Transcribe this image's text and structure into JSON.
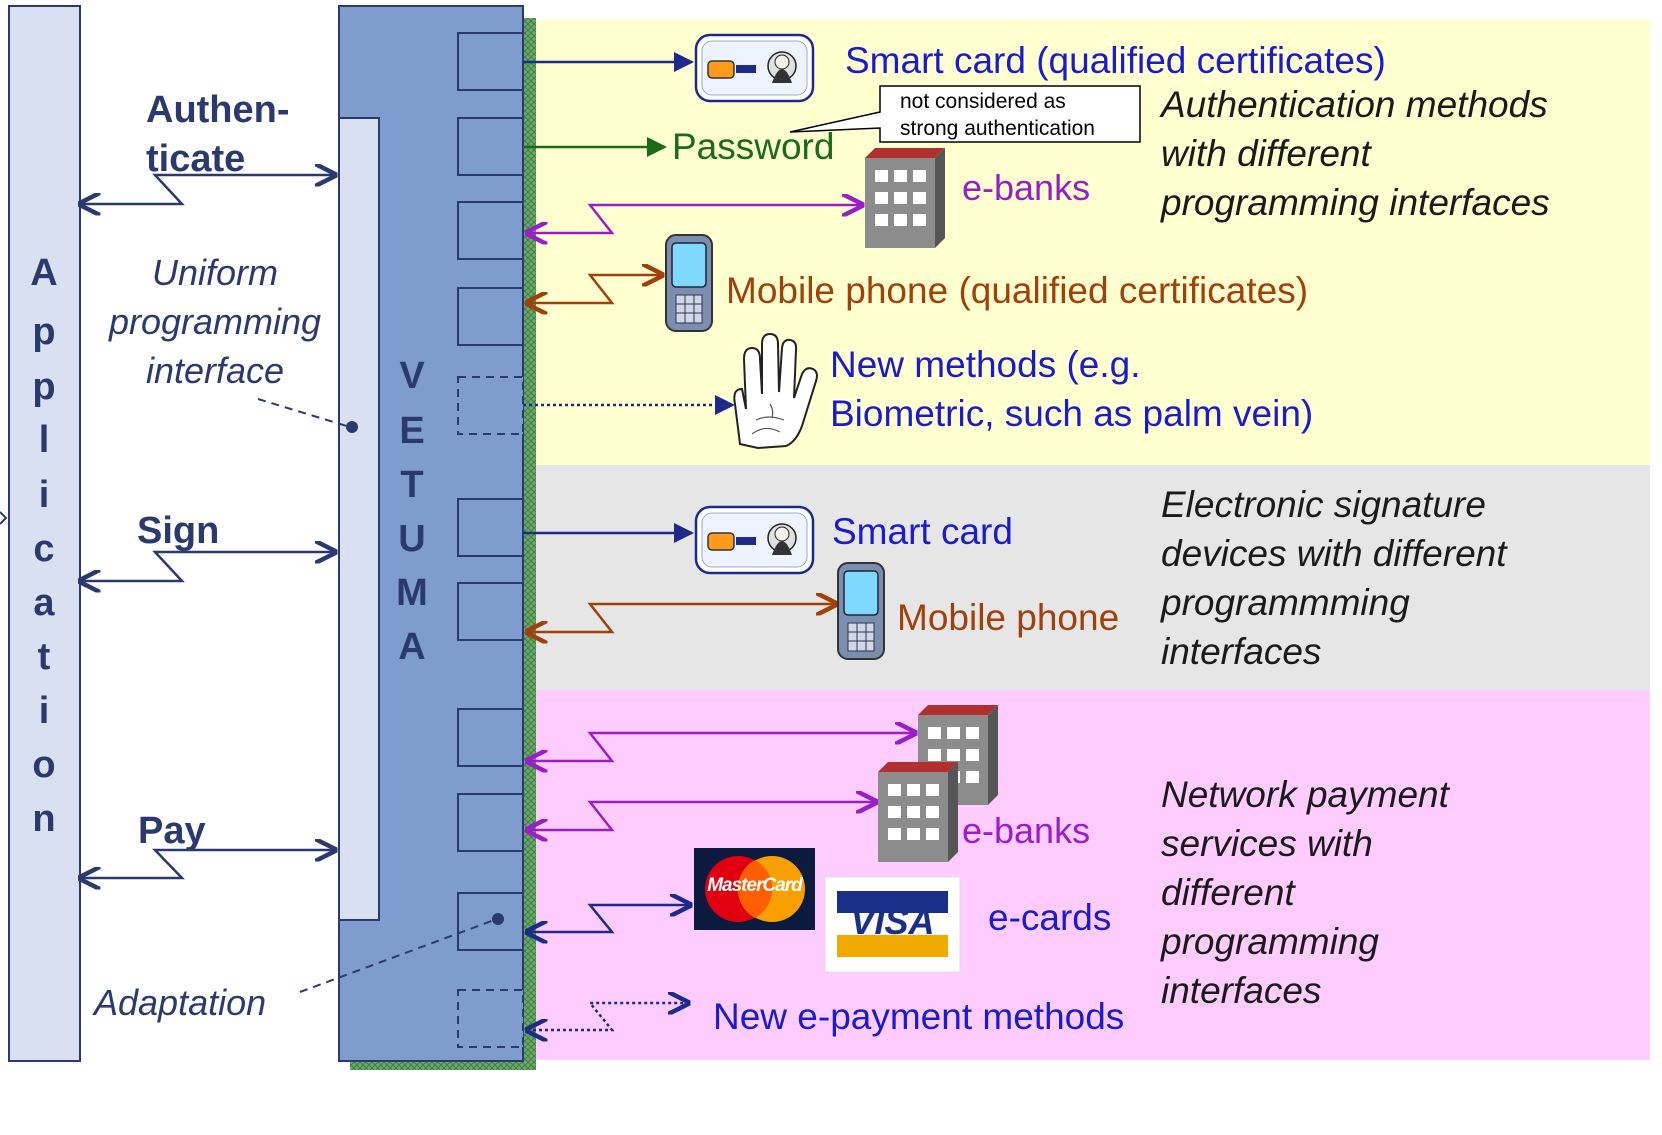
{
  "application": {
    "letters": [
      "A",
      "p",
      "p",
      "l",
      "i",
      "c",
      "a",
      "t",
      "i",
      "o",
      "n"
    ]
  },
  "vetuma": {
    "letters": [
      "V",
      "E",
      "T",
      "U",
      "M",
      "A"
    ]
  },
  "actions": {
    "authenticate": "Authen-\nticate",
    "sign": "Sign",
    "pay": "Pay"
  },
  "uniform_interface": "Uniform programming interface",
  "adaptation": "Adaptation",
  "auth": {
    "smart_card": "Smart card (qualified certificates)",
    "password": "Password",
    "note": "not considered as\nstrong authentication",
    "ebanks": "e-banks",
    "mobile_phone": "Mobile phone (qualified certificates)",
    "new_methods": "New methods (e.g.\nBiometric, such as palm vein)",
    "description": "Authentication methods with different programming interfaces"
  },
  "sign": {
    "smart_card": "Smart card",
    "mobile_phone": "Mobile phone",
    "description": "Electronic signature devices with different programmming interfaces"
  },
  "pay": {
    "ebanks": "e-banks",
    "ecards": "e-cards",
    "mastercard": "MasterCard",
    "visa": "VISA",
    "new_methods": "New e-payment methods",
    "description": "Network payment services with different programming interfaces"
  },
  "colors": {
    "auth_band": "#ffffd0",
    "sign_band": "#e6e6e6",
    "pay_band": "#ffccff",
    "vetuma_fill": "#7f9ccf",
    "app_fill": "#d9e0f1",
    "blue_arrow": "#1c2a8a",
    "green_arrow": "#1a6b1a",
    "purple_arrow": "#9a1ec8",
    "brown_arrow": "#a0400a",
    "blue_text": "#1a1ad0"
  }
}
